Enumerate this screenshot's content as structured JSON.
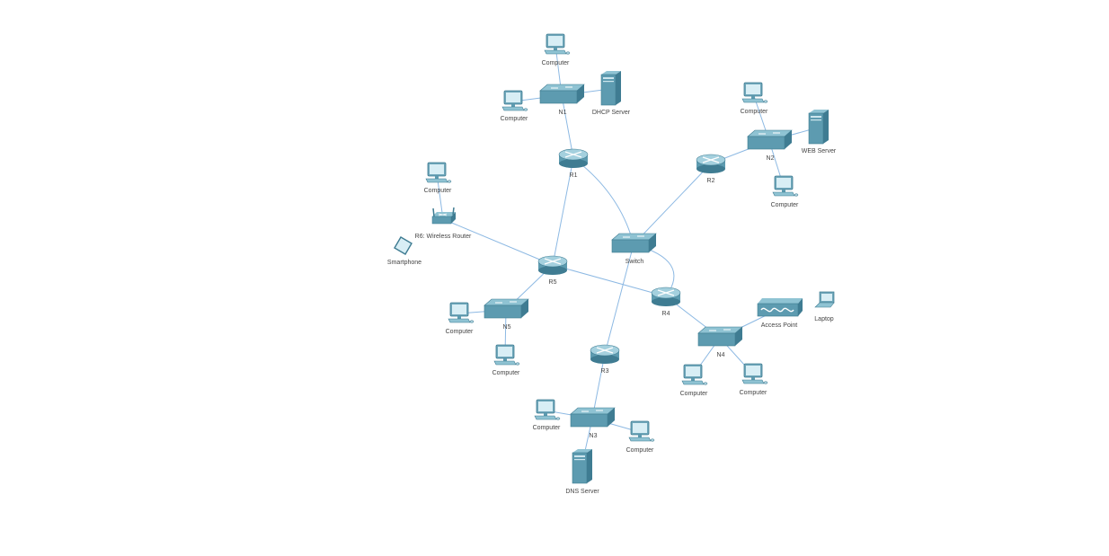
{
  "colors": {
    "link": "#8db9e3",
    "device_top": "#8fc3d3",
    "device_front": "#5d9bb0",
    "device_side": "#3f7c92",
    "label": "#444444",
    "background": "#ffffff"
  },
  "nodes": [
    {
      "id": "pc-n1-top",
      "type": "computer",
      "label": "Computer"
    },
    {
      "id": "pc-n1-left",
      "type": "computer",
      "label": "Computer"
    },
    {
      "id": "n1",
      "type": "switch",
      "label": "N1"
    },
    {
      "id": "dhcp",
      "type": "server",
      "label": "DHCP Server"
    },
    {
      "id": "r1",
      "type": "router",
      "label": "R1"
    },
    {
      "id": "pc-n2-top",
      "type": "computer",
      "label": "Computer"
    },
    {
      "id": "n2",
      "type": "switch",
      "label": "N2"
    },
    {
      "id": "web",
      "type": "server",
      "label": "WEB Server"
    },
    {
      "id": "r2",
      "type": "router",
      "label": "R2"
    },
    {
      "id": "pc-n2-bottom",
      "type": "computer",
      "label": "Computer"
    },
    {
      "id": "pc-r6",
      "type": "computer",
      "label": "Computer"
    },
    {
      "id": "r6",
      "type": "wireless-router",
      "label": "R6: Wireless Router"
    },
    {
      "id": "smartphone",
      "type": "smartphone",
      "label": "Smartphone"
    },
    {
      "id": "switch",
      "type": "switch",
      "label": "Switch"
    },
    {
      "id": "r5",
      "type": "router",
      "label": "R5"
    },
    {
      "id": "access-point",
      "type": "access-point",
      "label": "Access Point"
    },
    {
      "id": "laptop",
      "type": "laptop",
      "label": "Laptop"
    },
    {
      "id": "r4",
      "type": "router",
      "label": "R4"
    },
    {
      "id": "pc-n5-left",
      "type": "computer",
      "label": "Computer"
    },
    {
      "id": "n5",
      "type": "switch",
      "label": "N5"
    },
    {
      "id": "pc-n5-bottom",
      "type": "computer",
      "label": "Computer"
    },
    {
      "id": "n4",
      "type": "switch",
      "label": "N4"
    },
    {
      "id": "r3",
      "type": "router",
      "label": "R3"
    },
    {
      "id": "pc-n4-left",
      "type": "computer",
      "label": "Computer"
    },
    {
      "id": "pc-n4-right",
      "type": "computer",
      "label": "Computer"
    },
    {
      "id": "pc-n3-left",
      "type": "computer",
      "label": "Computer"
    },
    {
      "id": "n3",
      "type": "switch",
      "label": "N3"
    },
    {
      "id": "pc-n3-right",
      "type": "computer",
      "label": "Computer"
    },
    {
      "id": "dns",
      "type": "server",
      "label": "DNS Server"
    }
  ],
  "links": [
    {
      "from": "pc-n1-top",
      "to": "n1"
    },
    {
      "from": "pc-n1-left",
      "to": "n1"
    },
    {
      "from": "dhcp",
      "to": "n1"
    },
    {
      "from": "n1",
      "to": "r1"
    },
    {
      "from": "r1",
      "to": "r5"
    },
    {
      "from": "r1",
      "to": "switch"
    },
    {
      "from": "pc-n2-top",
      "to": "n2"
    },
    {
      "from": "web",
      "to": "n2"
    },
    {
      "from": "pc-n2-bottom",
      "to": "n2"
    },
    {
      "from": "n2",
      "to": "r2"
    },
    {
      "from": "r2",
      "to": "switch"
    },
    {
      "from": "pc-r6",
      "to": "r6"
    },
    {
      "from": "r6",
      "to": "r5"
    },
    {
      "from": "switch",
      "to": "r4"
    },
    {
      "from": "switch",
      "to": "r3"
    },
    {
      "from": "r5",
      "to": "r4"
    },
    {
      "from": "r5",
      "to": "n5"
    },
    {
      "from": "pc-n5-left",
      "to": "n5"
    },
    {
      "from": "pc-n5-bottom",
      "to": "n5"
    },
    {
      "from": "r4",
      "to": "n4"
    },
    {
      "from": "access-point",
      "to": "n4"
    },
    {
      "from": "pc-n4-left",
      "to": "n4"
    },
    {
      "from": "pc-n4-right",
      "to": "n4"
    },
    {
      "from": "r3",
      "to": "n3"
    },
    {
      "from": "pc-n3-left",
      "to": "n3"
    },
    {
      "from": "pc-n3-right",
      "to": "n3"
    },
    {
      "from": "dns",
      "to": "n3"
    }
  ]
}
